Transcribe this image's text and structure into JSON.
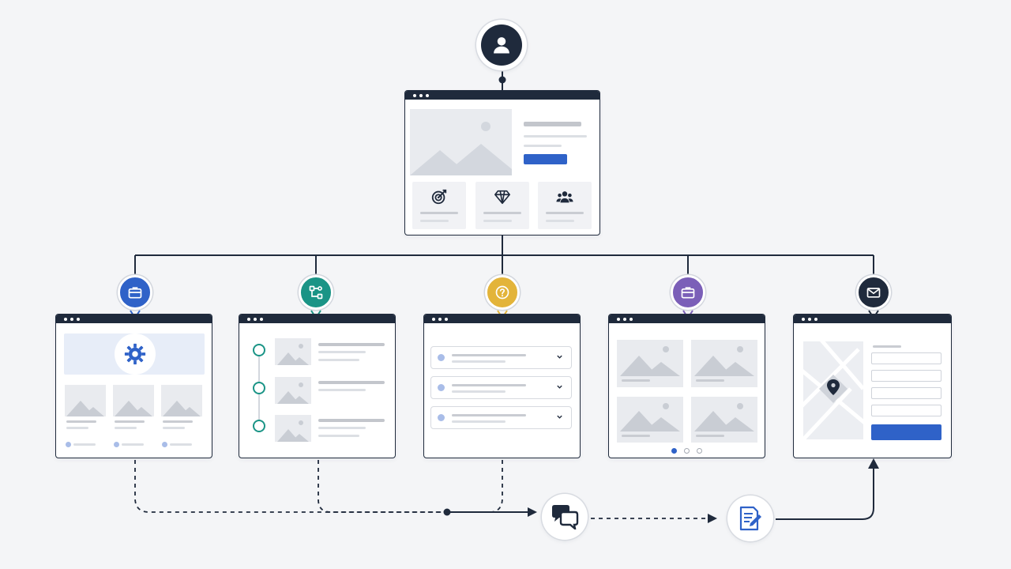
{
  "diagram": {
    "colors": {
      "navy": "#1f2a3c",
      "accent_blue": "#2f62c8",
      "teal": "#1a9486",
      "amber": "#e3b43a",
      "purple": "#7b5fb8",
      "placeholder": "#e9ebef"
    },
    "root": {
      "icon": "user-icon"
    },
    "home_page": {
      "features": [
        {
          "icon": "target-icon"
        },
        {
          "icon": "diamond-icon"
        },
        {
          "icon": "users-group-icon"
        }
      ]
    },
    "pages": [
      {
        "id": "services",
        "badge_icon": "briefcase-icon",
        "badge_color": "#2f62c8",
        "hero_icon": "gear-icon"
      },
      {
        "id": "process",
        "badge_icon": "workflow-icon",
        "badge_color": "#1a9486"
      },
      {
        "id": "faq",
        "badge_icon": "question-icon",
        "badge_color": "#e3b43a"
      },
      {
        "id": "portfolio",
        "badge_icon": "briefcase-icon",
        "badge_color": "#7b5fb8"
      },
      {
        "id": "contact",
        "badge_icon": "envelope-icon",
        "badge_color": "#1f2a3c",
        "map_icon": "map-pin-icon"
      }
    ],
    "flow": [
      {
        "icon": "chat-bubbles-icon"
      },
      {
        "icon": "form-edit-icon"
      }
    ]
  }
}
